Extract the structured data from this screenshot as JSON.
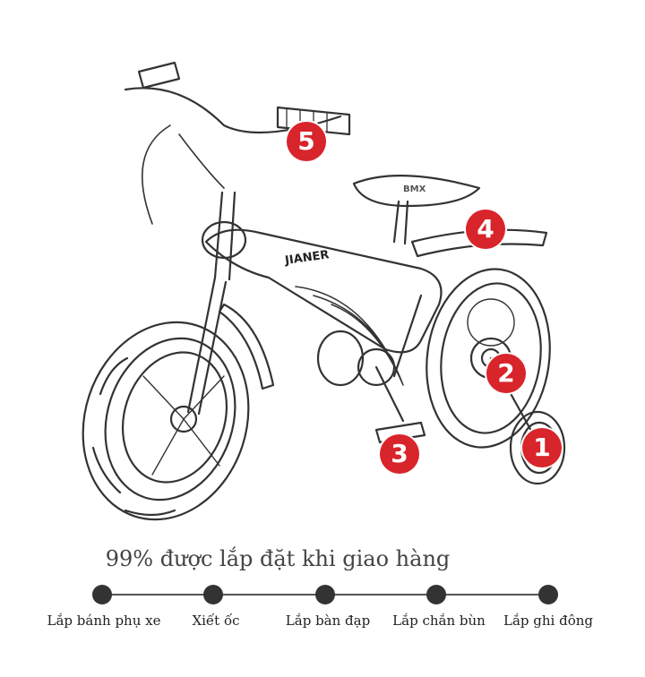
{
  "headline": "99% được lắp đặt khi giao hàng",
  "brand_text": "JIANER",
  "saddle_text": "BMX",
  "accent_color": "#d8242b",
  "badges": [
    "1",
    "2",
    "3",
    "4",
    "5"
  ],
  "steps": [
    {
      "label": "Lắp bánh phụ xe"
    },
    {
      "label": "Xiết ốc"
    },
    {
      "label": "Lắp bàn đạp"
    },
    {
      "label": "Lắp chắn bùn"
    },
    {
      "label": "Lắp ghi đông"
    }
  ]
}
